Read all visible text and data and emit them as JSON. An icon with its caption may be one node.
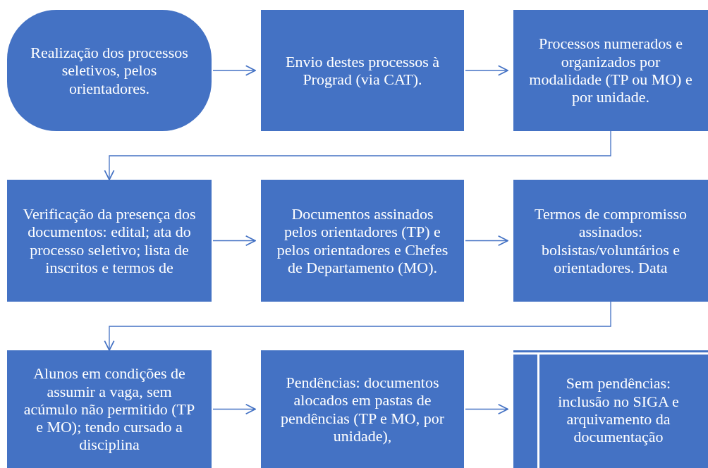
{
  "diagram": {
    "nodes": [
      {
        "text": [
          "Realização dos processos seletivos, pelos orientadores."
        ]
      },
      {
        "text": [
          "Envio destes processos à Prograd (via CAT)."
        ]
      },
      {
        "text": [
          "Processos numerados e organizados por modalidade (TP ou MO) e por unidade."
        ]
      },
      {
        "text": [
          "Verificação da presença dos documentos: edital; ata do processo seletivo; lista de inscritos e termos de"
        ]
      },
      {
        "text": [
          "Documentos assinados pelos orientadores (TP) e pelos orientadores e Chefes de Departamento (MO)."
        ]
      },
      {
        "text": [
          "Termos de compromisso assinados: bolsistas/voluntários e orientadores. Data"
        ]
      },
      {
        "text": [
          "Alunos em condições de assumir a vaga, sem acúmulo não permitido (TP e MO); tendo cursado a disciplina"
        ]
      },
      {
        "text": [
          "Pendências: documentos alocados em pastas de pendências (TP e MO, por unidade),"
        ]
      },
      {
        "text": [
          "Sem pendências: inclusão no SIGA e arquivamento da documentação"
        ]
      }
    ],
    "edges": [
      {
        "from": 0,
        "to": 1,
        "arrow": "to"
      },
      {
        "from": 1,
        "to": 2,
        "arrow": "to"
      },
      {
        "from": 2,
        "to": 3,
        "arrow": "to"
      },
      {
        "from": 3,
        "to": 4,
        "arrow": "to"
      },
      {
        "from": 4,
        "to": 5,
        "arrow": "to"
      },
      {
        "from": 5,
        "to": 6,
        "arrow": "to"
      },
      {
        "from": 6,
        "to": 7,
        "arrow": "to"
      },
      {
        "from": 7,
        "to": 8,
        "arrow": "to"
      }
    ]
  }
}
